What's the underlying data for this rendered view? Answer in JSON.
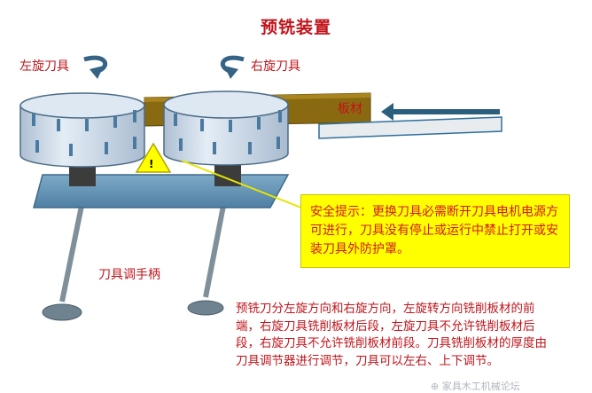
{
  "title": "预铣装置",
  "labels": {
    "left_cutter": "左旋刀具",
    "right_cutter": "右旋刀具",
    "board": "板材",
    "handle": "刀具调手柄",
    "warning_mark": "!"
  },
  "safety": {
    "heading": "安全提示：",
    "text": "更换刀具必需断开刀具电机电源方可进行，刀具没有停止或运行中禁止打开或安装刀具外防护罩。"
  },
  "description": "预铣刀分左旋方向和右旋方向，左旋转方向铣削板材的前端，右旋刀具铣削板材后段，左旋刀具不允许铣削板材后段，右旋刀具不允许铣削板材前段。刀具铣削板材的厚度由刀具调节器进行调节，刀具可以左右、上下调节。",
  "watermark": "⊕ 家具木工机械论坛",
  "colors": {
    "label_red": "#c0141b",
    "table_blue": "#5b8db0",
    "drum_blue": "#c9d9ea",
    "board_brown": "#8a6a10",
    "warning_yellow": "#ffff00",
    "leg_gray": "#8e9ea8"
  }
}
